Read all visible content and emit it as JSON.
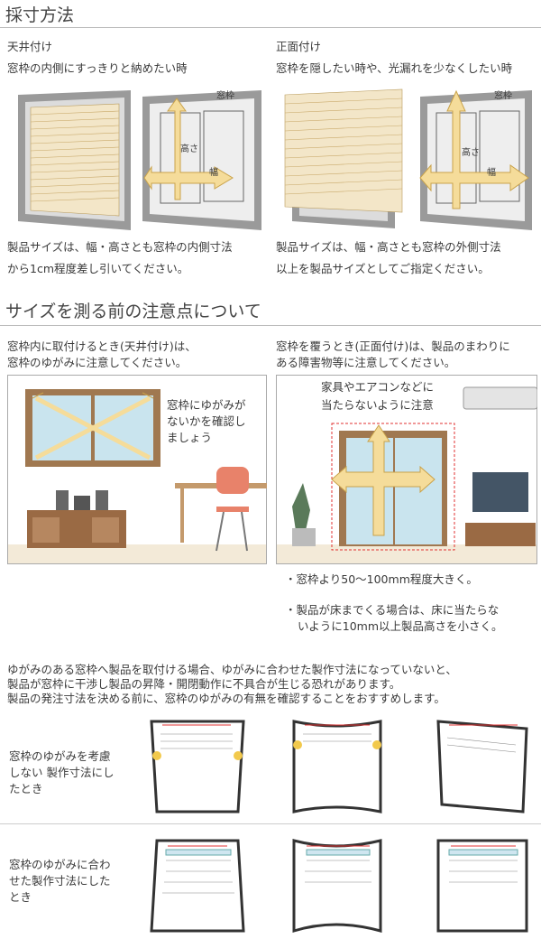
{
  "section1": {
    "title": "採寸方法",
    "left": {
      "heading": "天井付け",
      "sub": "窓枠の内側にすっきりと納めたい時",
      "label_frame": "窓枠",
      "label_height": "高さ",
      "label_width": "幅",
      "note": [
        "製品サイズは、幅・高さとも窓枠の内側寸法",
        "から1cm程度差し引いてください。"
      ]
    },
    "right": {
      "heading": "正面付け",
      "sub": "窓枠を隠したい時や、光漏れを少なくしたい時",
      "label_frame": "窓枠",
      "label_height": "高さ",
      "label_width": "幅",
      "note": [
        "製品サイズは、幅・高さとも窓枠の外側寸法",
        "以上を製品サイズとしてご指定ください。"
      ]
    }
  },
  "section2": {
    "title": "サイズを測る前の注意点について",
    "left": {
      "intro": [
        "窓枠内に取付けるとき(天井付け)は、",
        "窓枠のゆがみに注意してください。"
      ],
      "callout": [
        "窓枠にゆがみが",
        "ないかを確認し",
        "ましょう"
      ]
    },
    "right": {
      "intro": [
        "窓枠を覆うとき(正面付け)は、製品のまわりに",
        "ある障害物等に注意してください。"
      ],
      "callout": [
        "家具やエアコンなどに",
        "当たらないように注意"
      ],
      "bullets": [
        [
          "・窓枠より50〜100mm程度大きく。"
        ],
        [
          "・製品が床までくる場合は、床に当たらな",
          "いように10mm以上製品高さを小さく。"
        ]
      ]
    }
  },
  "section3": {
    "intro": [
      "ゆがみのある窓枠へ製品を取付ける場合、ゆがみに合わせた製作寸法になっていないと、",
      "製品が窓枠に干渉し製品の昇降・開閉動作に不具合が生じる恐れがあります。",
      "製品の発注寸法を決める前に、窓枠のゆがみの有無を確認することをおすすめします。"
    ],
    "row1_label": [
      "窓枠のゆがみを考慮",
      "しない 製作寸法にし",
      "たとき"
    ],
    "row2_label": [
      "窓枠のゆがみに合わ",
      "せた製作寸法にした",
      "とき"
    ]
  },
  "colors": {
    "arrow": "#f5dc9a",
    "arrow_stroke": "#c9a24a",
    "frame": "#8a8a8a",
    "blind": "#f3e6c8",
    "glass": "#cfe6f0",
    "red_dim": "#e03030"
  }
}
